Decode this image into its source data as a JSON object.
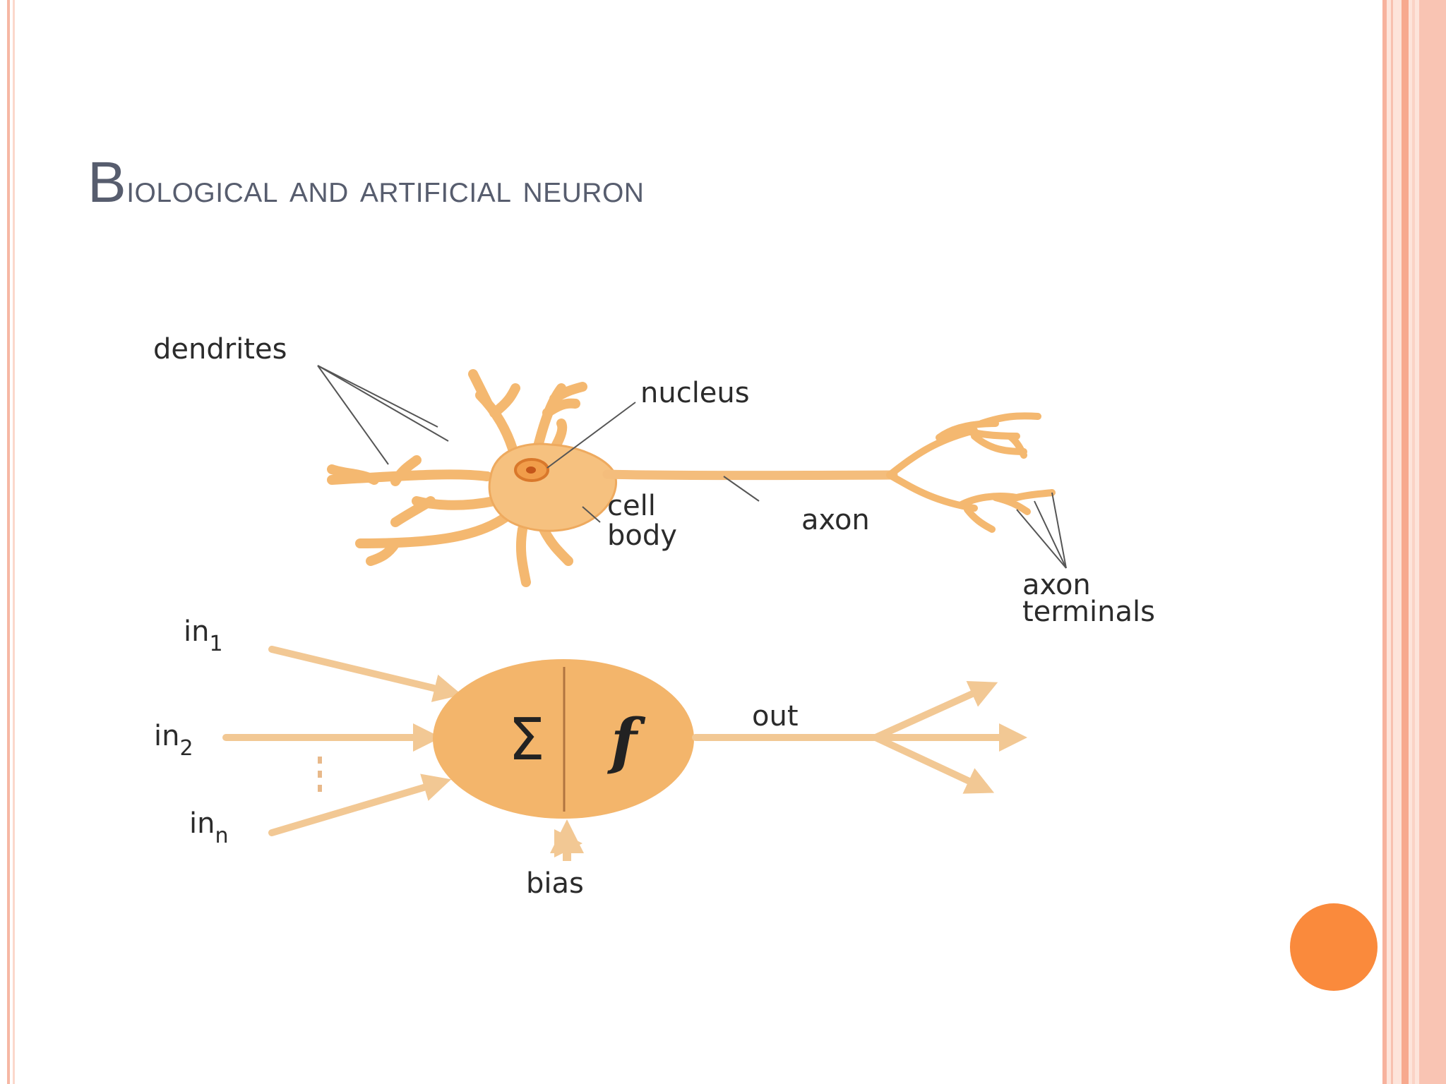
{
  "slide": {
    "title_first_letter": "B",
    "title_rest": "iological and artificial neuron"
  },
  "biological": {
    "dendrites": "dendrites",
    "nucleus": "nucleus",
    "cell_body_line1": "cell",
    "cell_body_line2": "body",
    "axon": "axon",
    "axon_terminals_line1": "axon",
    "axon_terminals_line2": "terminals"
  },
  "artificial": {
    "in1_base": "in",
    "in1_sub": "1",
    "in2_base": "in",
    "in2_sub": "2",
    "inn_base": "in",
    "inn_sub": "n",
    "sum_symbol": "Σ",
    "func_symbol": "f",
    "out": "out",
    "bias": "bias"
  },
  "colors": {
    "accent": "#fa8a3c",
    "neuron_fill": "#f6c17f",
    "neuron_stroke": "#e9a659",
    "arrow": "#f2c894",
    "title": "#575d6e"
  }
}
